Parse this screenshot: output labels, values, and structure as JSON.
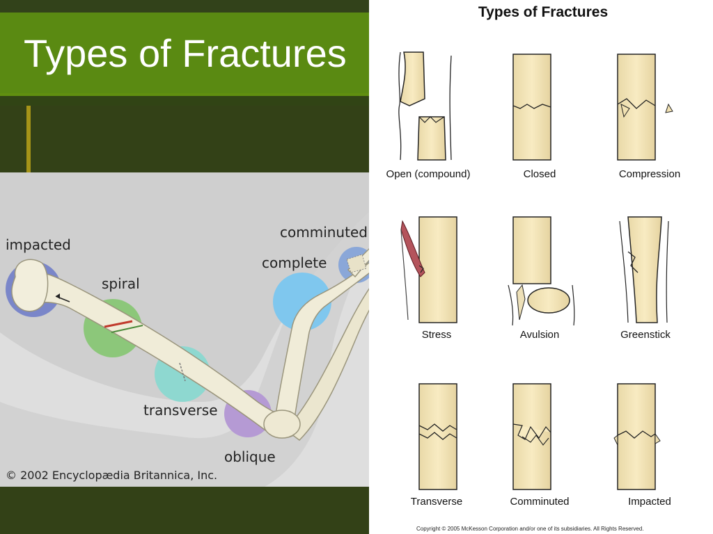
{
  "slide": {
    "title": "Types of Fractures"
  },
  "left_figure": {
    "labels": {
      "impacted": "impacted",
      "spiral": "spiral",
      "comminuted": "comminuted",
      "complete": "complete",
      "transverse": "transverse",
      "oblique": "oblique"
    },
    "copyright": "© 2002 Encyclopædia Britannica, Inc.",
    "colors": {
      "impacted": "#7a86c9",
      "spiral": "#8cc77a",
      "comminuted": "#8aa7d8",
      "complete": "#7fc7ee",
      "transverse": "#8ed8d0",
      "oblique": "#b59ad4"
    }
  },
  "right_figure": {
    "title": "Types of Fractures",
    "panels": [
      {
        "label": "Open (compound)"
      },
      {
        "label": "Closed"
      },
      {
        "label": "Compression"
      },
      {
        "label": "Stress"
      },
      {
        "label": "Avulsion"
      },
      {
        "label": "Greenstick"
      },
      {
        "label": "Transverse"
      },
      {
        "label": "Comminuted"
      },
      {
        "label": "Impacted"
      }
    ],
    "copyright": "Copyright © 2005 McKesson Corporation and/or one of its subsidiaries. All Rights Reserved."
  }
}
